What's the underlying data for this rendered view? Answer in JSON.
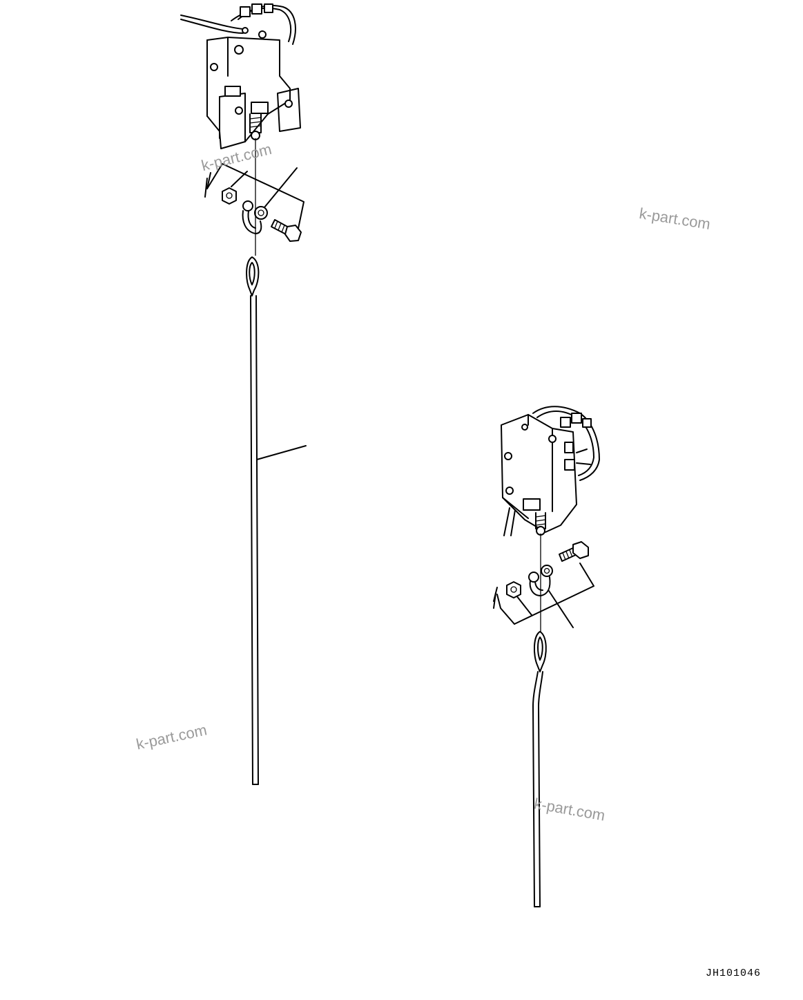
{
  "watermarks": [
    "k-part.com",
    "k-part.com",
    "k-part.com",
    "k-part.com"
  ],
  "reference_code": "JH101046"
}
